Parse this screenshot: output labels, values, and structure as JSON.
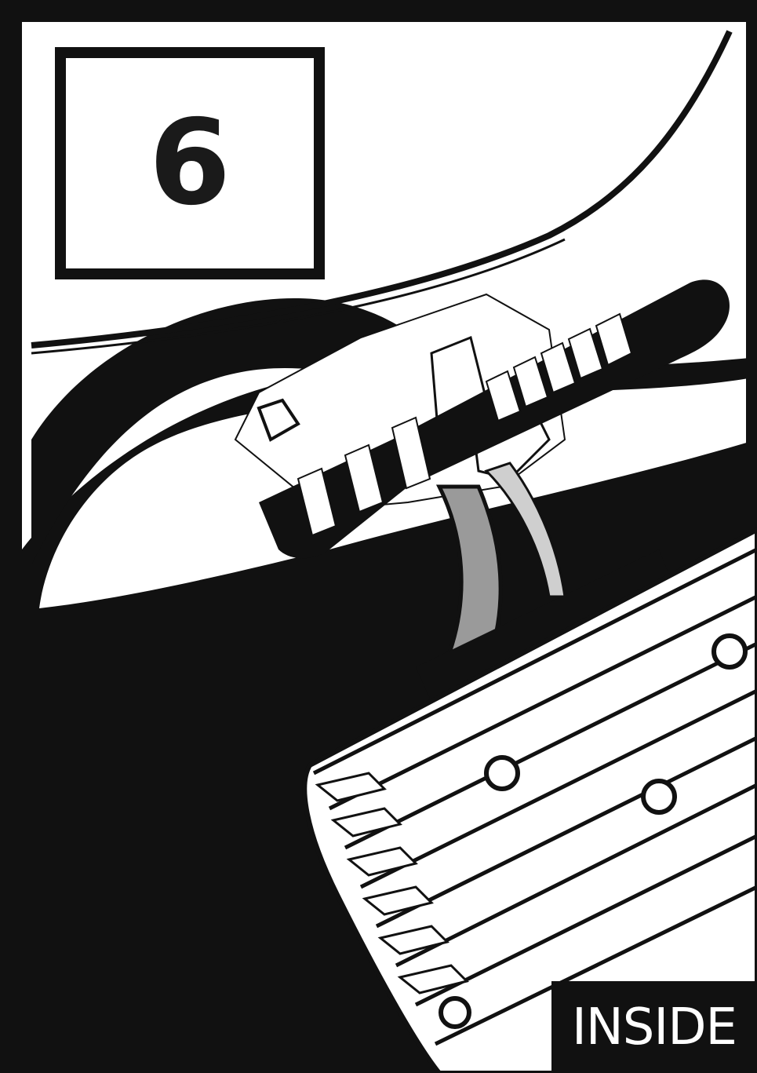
{
  "step": {
    "number": "6"
  },
  "label": {
    "location": "INSIDE"
  },
  "illustration": {
    "subject": "strap-fastened-to-mount-on-heat-sink-enclosure",
    "colors": {
      "ink": "#111111",
      "paper": "#ffffff",
      "cable_gray": "#9a9a9a",
      "light_gray": "#cfcfcf"
    }
  }
}
